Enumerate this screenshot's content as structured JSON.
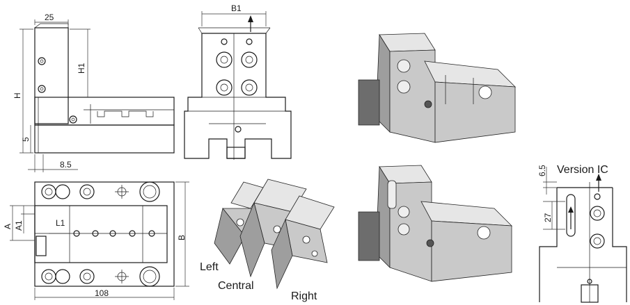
{
  "dimensions": {
    "width_top": "25",
    "height_total": "H",
    "height_upper": "H1",
    "height_base": "5",
    "gap_bottom": "8.5",
    "width_b1": "B1",
    "length_l1": "L1",
    "offset_a": "A",
    "offset_a1": "A1",
    "depth_b": "B",
    "length_total": "108",
    "version_top": "6.5",
    "version_slot": "27"
  },
  "variants": {
    "left": "Left",
    "central": "Central",
    "right": "Right",
    "version_ic": "Version  IC"
  },
  "colors": {
    "line": "#1a1a1a",
    "steel_light": "#e6e6e6",
    "steel_mid": "#c9c9c9",
    "steel_dark": "#9e9e9e"
  }
}
